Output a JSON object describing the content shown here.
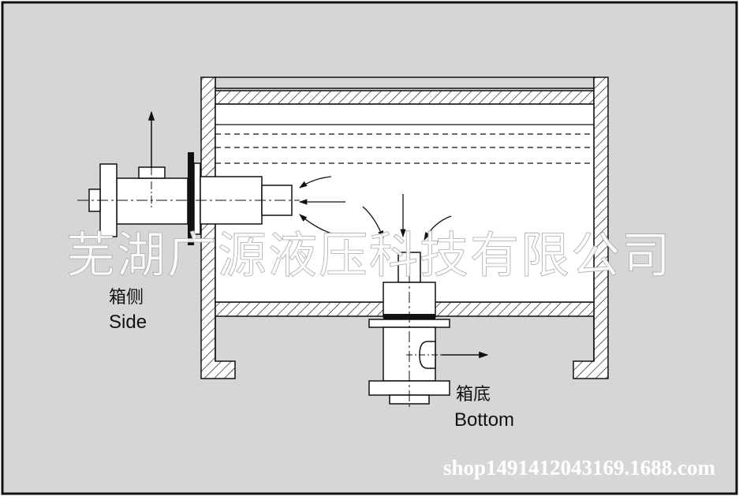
{
  "labels": {
    "side_cn": "箱侧",
    "side_en": "Side",
    "bottom_cn": "箱底",
    "bottom_en": "Bottom"
  },
  "watermark": {
    "company": "芜湖广源液压科技有限公司",
    "shop_url": "shop1491412043169.1688.com"
  },
  "colors": {
    "background": "#d6d6d6",
    "frame": "#111111",
    "part_fill": "#ffffff",
    "watermark": "#ffffff"
  }
}
